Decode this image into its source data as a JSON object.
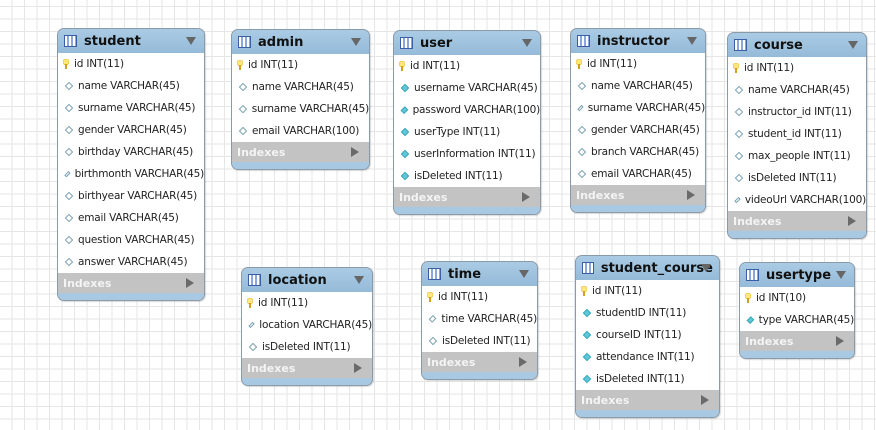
{
  "indexes_label": "Indexes",
  "colors": {
    "header": "#9ec3e0",
    "indexes": "#c3c3c3",
    "not_null_diamond": "#5fc8d8"
  },
  "tables": [
    {
      "name": "student",
      "columns": [
        {
          "text": "id INT(11)",
          "kind": "pk"
        },
        {
          "text": "name VARCHAR(45)",
          "kind": "nullable"
        },
        {
          "text": "surname VARCHAR(45)",
          "kind": "nullable"
        },
        {
          "text": "gender VARCHAR(45)",
          "kind": "nullable"
        },
        {
          "text": "birthday VARCHAR(45)",
          "kind": "nullable"
        },
        {
          "text": "birthmonth VARCHAR(45)",
          "kind": "nullable"
        },
        {
          "text": "birthyear VARCHAR(45)",
          "kind": "nullable"
        },
        {
          "text": "email VARCHAR(45)",
          "kind": "nullable"
        },
        {
          "text": "question VARCHAR(45)",
          "kind": "nullable"
        },
        {
          "text": "answer VARCHAR(45)",
          "kind": "nullable"
        }
      ]
    },
    {
      "name": "admin",
      "columns": [
        {
          "text": "id INT(11)",
          "kind": "pk"
        },
        {
          "text": "name VARCHAR(45)",
          "kind": "nullable"
        },
        {
          "text": "surname VARCHAR(45)",
          "kind": "nullable"
        },
        {
          "text": "email VARCHAR(100)",
          "kind": "nullable"
        }
      ]
    },
    {
      "name": "user",
      "columns": [
        {
          "text": "id INT(11)",
          "kind": "pk"
        },
        {
          "text": "username VARCHAR(45)",
          "kind": "notnull"
        },
        {
          "text": "password VARCHAR(100)",
          "kind": "notnull"
        },
        {
          "text": "userType INT(11)",
          "kind": "notnull"
        },
        {
          "text": "userInformation INT(11)",
          "kind": "notnull"
        },
        {
          "text": "isDeleted INT(11)",
          "kind": "notnull"
        }
      ]
    },
    {
      "name": "instructor",
      "columns": [
        {
          "text": "id INT(11)",
          "kind": "pk"
        },
        {
          "text": "name VARCHAR(45)",
          "kind": "nullable"
        },
        {
          "text": "surname VARCHAR(45)",
          "kind": "nullable"
        },
        {
          "text": "gender VARCHAR(45)",
          "kind": "nullable"
        },
        {
          "text": "branch VARCHAR(45)",
          "kind": "nullable"
        },
        {
          "text": "email VARCHAR(45)",
          "kind": "nullable"
        }
      ]
    },
    {
      "name": "course",
      "columns": [
        {
          "text": "id INT(11)",
          "kind": "pk"
        },
        {
          "text": "name VARCHAR(45)",
          "kind": "nullable"
        },
        {
          "text": "instructor_id INT(11)",
          "kind": "nullable"
        },
        {
          "text": "student_id INT(11)",
          "kind": "nullable"
        },
        {
          "text": "max_people INT(11)",
          "kind": "nullable"
        },
        {
          "text": "isDeleted INT(11)",
          "kind": "nullable"
        },
        {
          "text": "videoUrl VARCHAR(100)",
          "kind": "nullable"
        }
      ]
    },
    {
      "name": "location",
      "columns": [
        {
          "text": "id INT(11)",
          "kind": "pk"
        },
        {
          "text": "location VARCHAR(45)",
          "kind": "nullable"
        },
        {
          "text": "isDeleted INT(11)",
          "kind": "nullable"
        }
      ]
    },
    {
      "name": "time",
      "columns": [
        {
          "text": "id INT(11)",
          "kind": "pk"
        },
        {
          "text": "time VARCHAR(45)",
          "kind": "nullable"
        },
        {
          "text": "isDeleted INT(11)",
          "kind": "nullable"
        }
      ]
    },
    {
      "name": "student_course",
      "columns": [
        {
          "text": "id INT(11)",
          "kind": "pk"
        },
        {
          "text": "studentID INT(11)",
          "kind": "notnull"
        },
        {
          "text": "courseID INT(11)",
          "kind": "notnull"
        },
        {
          "text": "attendance INT(11)",
          "kind": "notnull"
        },
        {
          "text": "isDeleted INT(11)",
          "kind": "notnull"
        }
      ]
    },
    {
      "name": "usertype",
      "columns": [
        {
          "text": "id INT(10)",
          "kind": "pk"
        },
        {
          "text": "type VARCHAR(45)",
          "kind": "notnull"
        }
      ]
    }
  ]
}
